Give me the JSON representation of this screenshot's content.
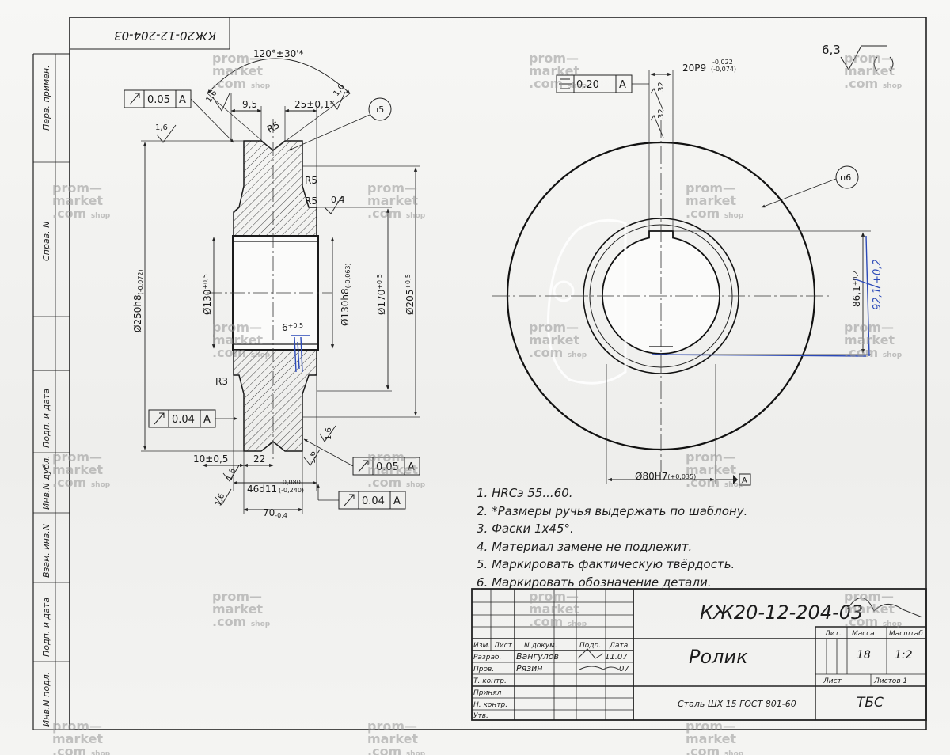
{
  "stamp_upside": "КЖ20-12-204-03",
  "drawing_number": "КЖ20-12-204-03",
  "part_name": "Ролик",
  "material": "Сталь ШХ 15 ГОСТ 801-60",
  "organization": "ТБС",
  "roughness_default": "6,3",
  "side_stamps": {
    "perv_primen": "Перв. примен.",
    "sprav_n": "Справ. N",
    "podp_data_1": "Подп. и дата",
    "inv_dubl": "Инв.N дубл.",
    "vzam_inv": "Взам. инв.N",
    "podp_data_2": "Подп. и дата",
    "inv_podl": "Инв.N подл."
  },
  "title_block": {
    "headers": [
      "Изм.",
      "Лист",
      "N докум.",
      "Подп.",
      "Дата"
    ],
    "rows": [
      {
        "role": "Разраб.",
        "name": "Вангулов",
        "date": "11.07"
      },
      {
        "role": "Пров.",
        "name": "Рязин",
        "date": "07"
      },
      {
        "role": "Т. контр.",
        "name": "",
        "date": ""
      },
      {
        "role": "Принял",
        "name": "",
        "date": ""
      },
      {
        "role": "Н. контр.",
        "name": "",
        "date": ""
      },
      {
        "role": "Утв.",
        "name": "",
        "date": ""
      }
    ],
    "lit_label": "Лит.",
    "mass_label": "Масса",
    "scale_label": "Масштаб",
    "mass": "18",
    "scale": "1:2",
    "sheet_label": "Лист",
    "sheets_label": "Листов  1"
  },
  "notes": [
    "1. HRCэ 55...60.",
    "2. *Размеры ручья выдержать по шаблону.",
    "3. Фаски 1х45°.",
    "4. Материал замене не подлежит.",
    "5. Маркировать фактическую твёрдость.",
    "6. Маркировать обозначение детали."
  ],
  "dimensions": {
    "angle": "120°±30'*",
    "d250": "Ø250h8",
    "d250_tol": "(-0,072)",
    "d130": "Ø130",
    "d130_tol": "+0,5",
    "d130h8": "Ø130h8",
    "d130h8_tol": "(-0,063)",
    "d170": "Ø170",
    "d170_tol": "+0,5",
    "d205": "Ø205",
    "d205_tol": "+0,5",
    "w95": "9,5",
    "w25": "25±0,1*",
    "r5a": "R5",
    "r5b": "R5",
    "r5c": "R5",
    "r3": "R3",
    "w6": "6",
    "w6_tol": "+0,5",
    "w10": "10±0,5",
    "w22": "22",
    "w46": "46d11",
    "w46_tol_up": "-0,080",
    "w46_tol_dn": "(-0,240)",
    "w70": "70",
    "w70_tol": "-0,4",
    "bore": "Ø80H7",
    "bore_tol": "(+0,035)",
    "keyway": "20P9",
    "keyway_tol_up": "-0,022",
    "keyway_tol_dn": "(-0,074)",
    "key_depth": "86,1",
    "key_depth_tol": "+0,2",
    "key_depth_hand": "92,1 +0,2",
    "c32a": "32",
    "c32b": "32",
    "rough16": "1,6",
    "rough04": "0,4",
    "n5": "п5",
    "n6": "п6",
    "datum": "A"
  },
  "tolerances": {
    "runout_top": "0.05",
    "runout_left": "0.04",
    "runout_bottom1": "0.05",
    "runout_bottom2": "0.04",
    "symmetry": "0.20"
  },
  "watermark": {
    "line1": "prom—",
    "line2": "market",
    "line3": ".com",
    "suffix": "shop"
  }
}
